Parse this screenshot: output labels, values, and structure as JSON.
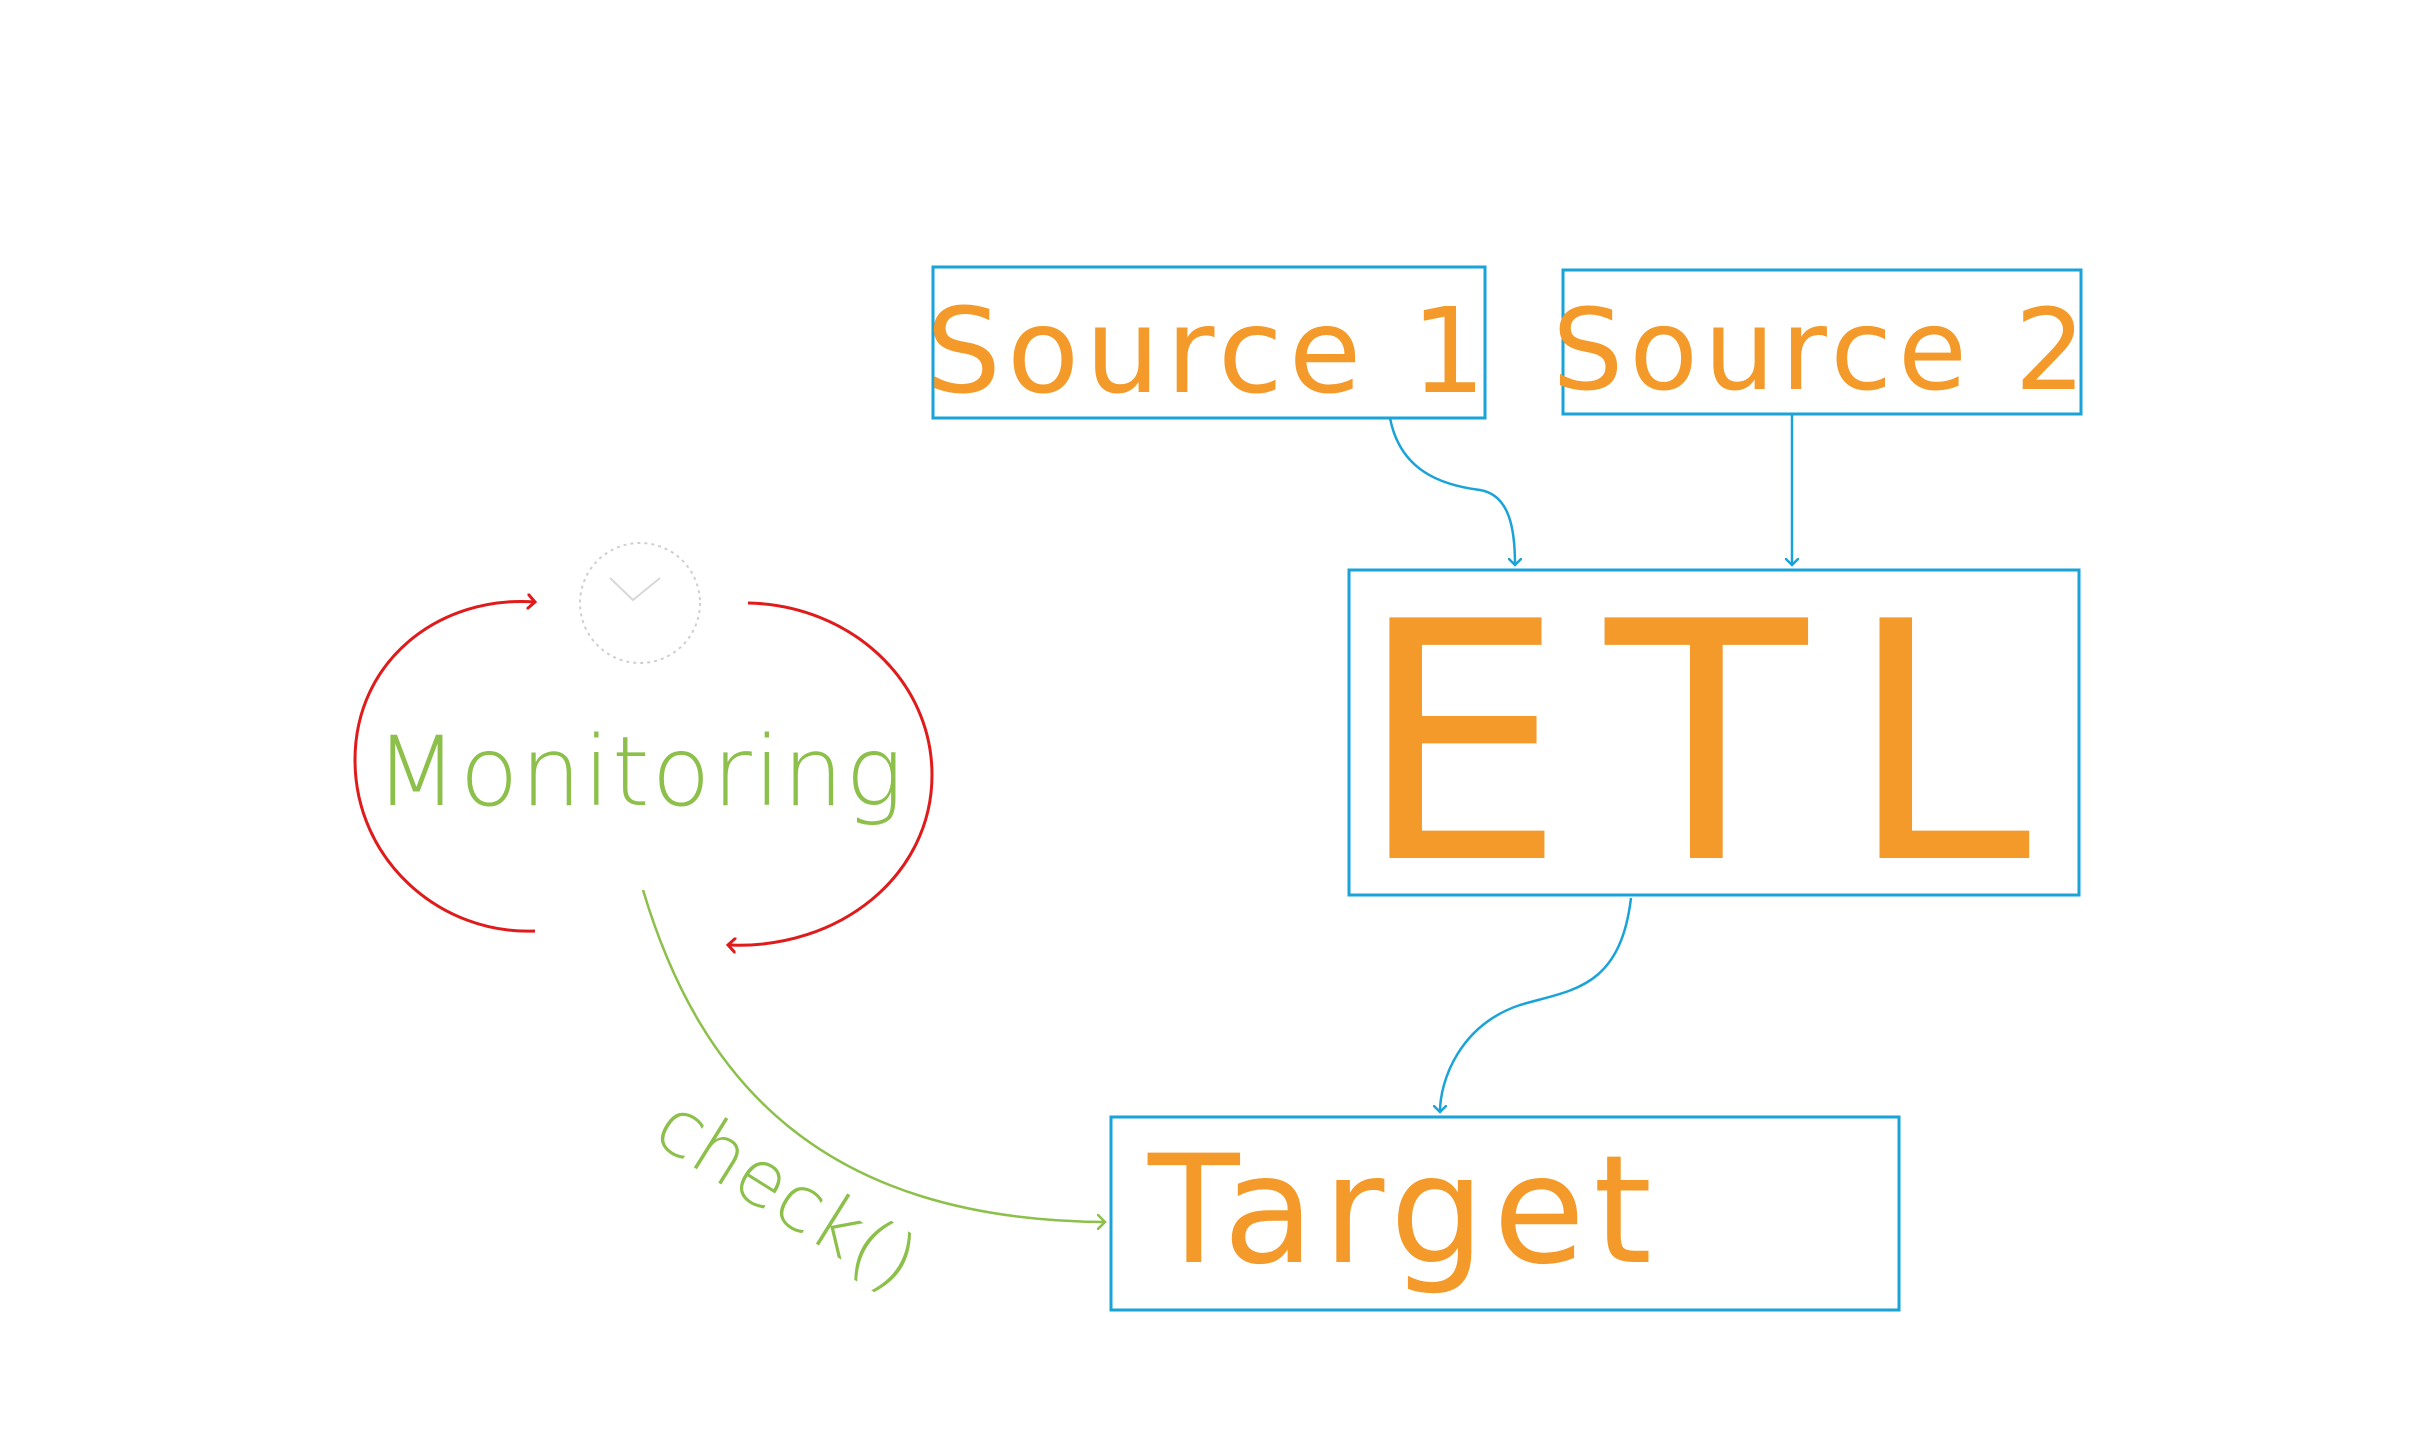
{
  "diagram": {
    "nodes": {
      "source1": {
        "label": "Source 1"
      },
      "source2": {
        "label": "Source 2"
      },
      "etl": {
        "label": "ETL"
      },
      "target": {
        "label": "Target"
      },
      "monitoring": {
        "label": "Monitoring"
      }
    },
    "edges": {
      "check_label": "check()"
    }
  },
  "colors": {
    "box_stroke": "#1aa3d9",
    "label_text": "#f39a2a",
    "monitoring_text": "#8cc04b",
    "cycle_arrow": "#e01b1b",
    "clock_icon": "#cfcfcf"
  },
  "icons": [
    "clock-icon",
    "cycle-arrow-icon"
  ]
}
